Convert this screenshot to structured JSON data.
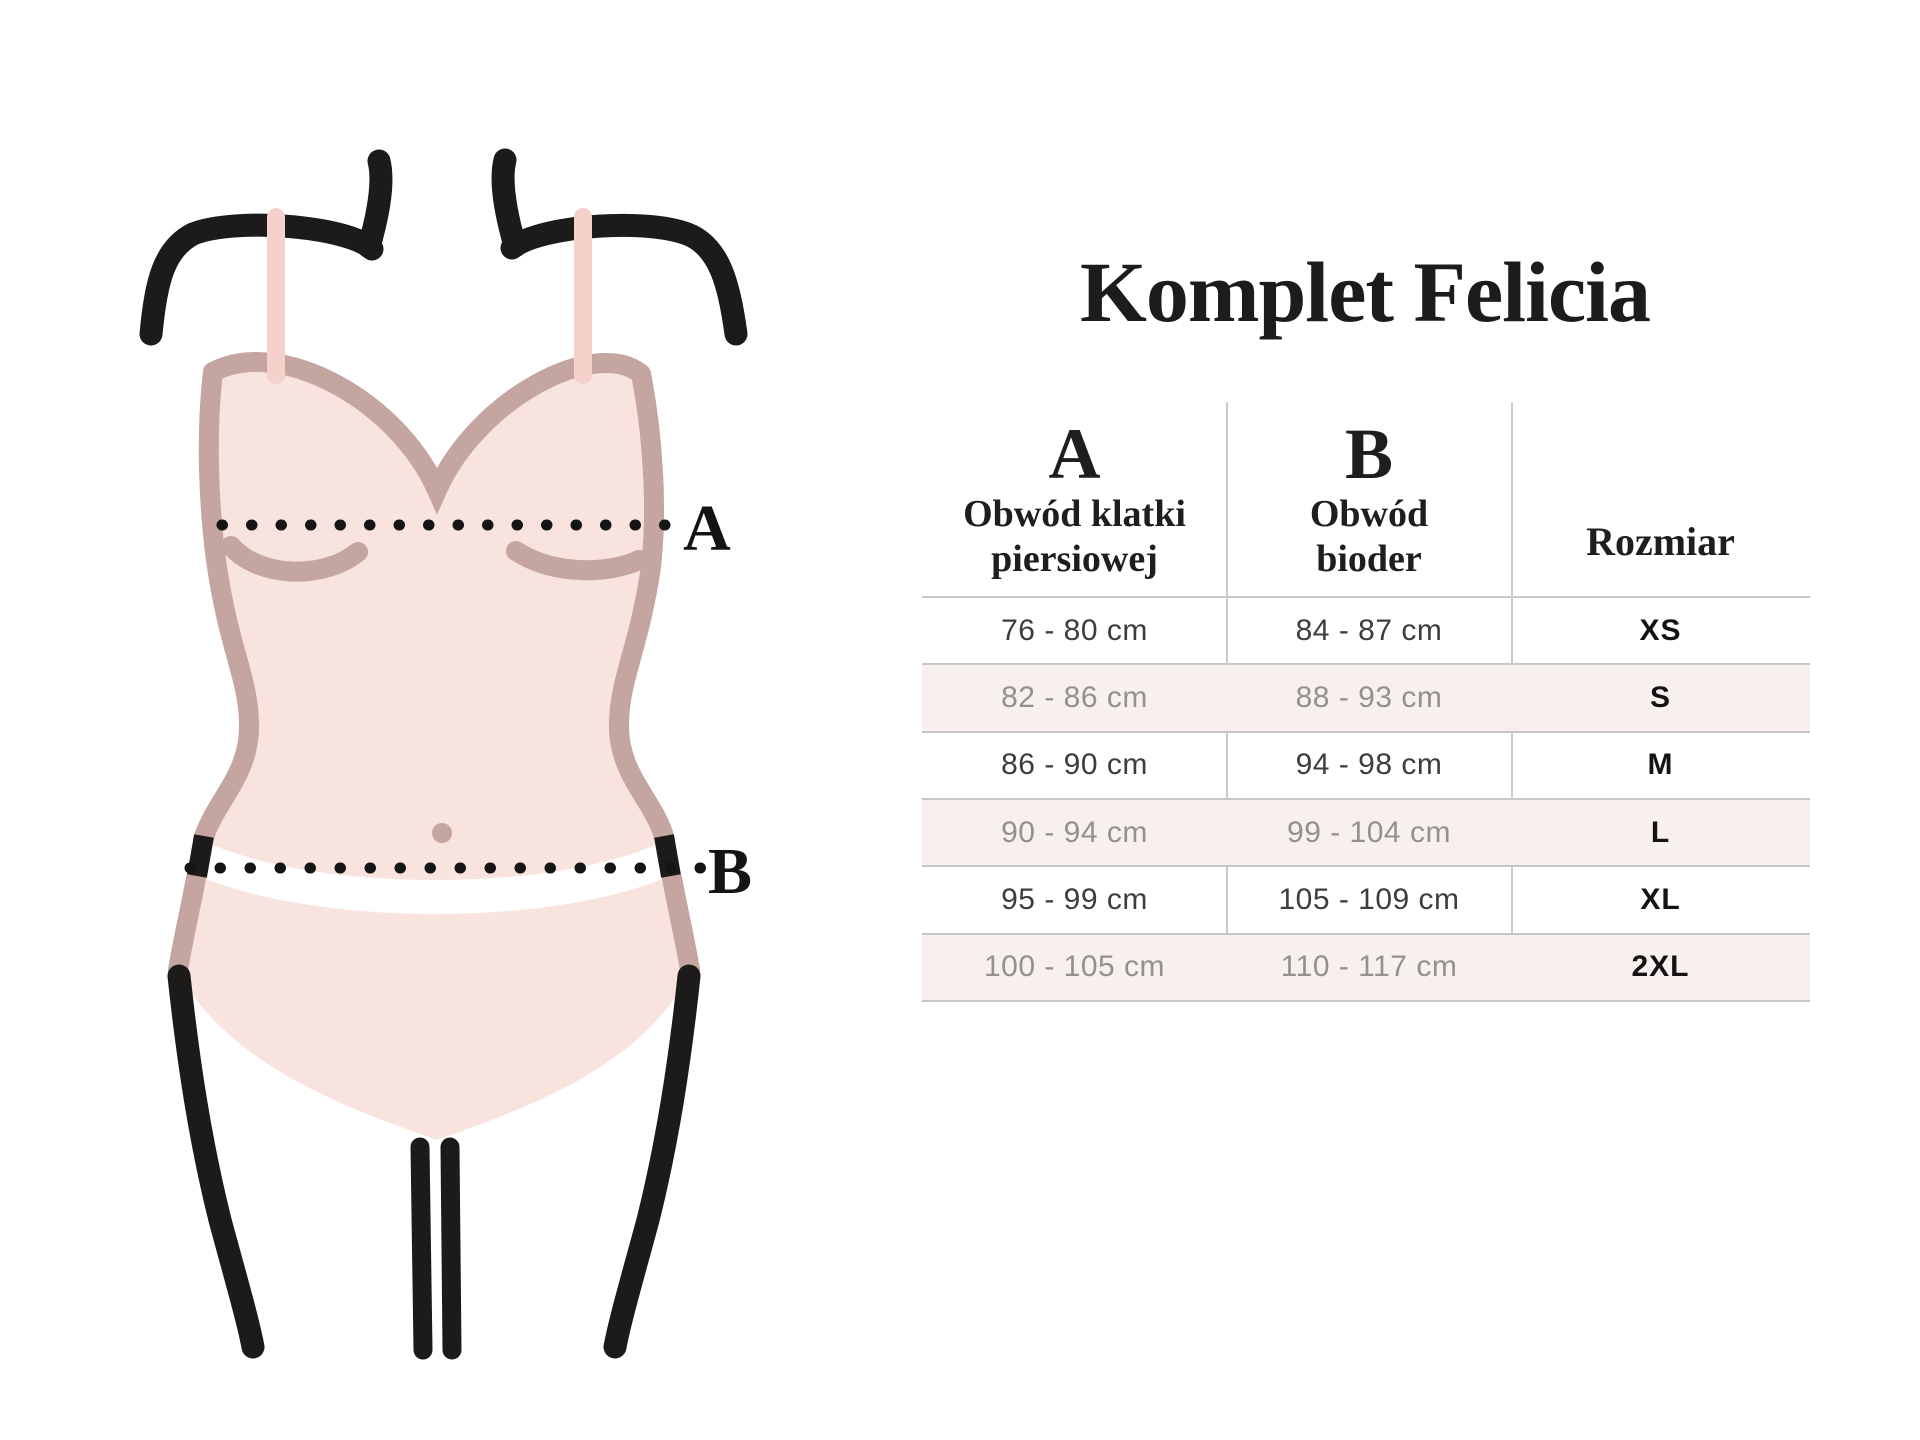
{
  "title": "Komplet Felicia",
  "figure": {
    "label_a": "A",
    "label_b": "B"
  },
  "table": {
    "columns": [
      {
        "letter": "A",
        "line1": "Obwód klatki",
        "line2": "piersiowej"
      },
      {
        "letter": "B",
        "line1": "Obwód",
        "line2": "bioder"
      },
      {
        "label": "Rozmiar"
      }
    ],
    "rows": [
      {
        "chest": "76 - 80 cm",
        "hips": "84 - 87 cm",
        "size": "XS"
      },
      {
        "chest": "82 - 86 cm",
        "hips": "88 - 93 cm",
        "size": "S"
      },
      {
        "chest": "86 - 90 cm",
        "hips": "94 - 98 cm",
        "size": "M"
      },
      {
        "chest": "90 - 94 cm",
        "hips": "99 - 104 cm",
        "size": "L"
      },
      {
        "chest": "95 - 99 cm",
        "hips": "105 - 109 cm",
        "size": "XL"
      },
      {
        "chest": "100 - 105 cm",
        "hips": "110 - 117 cm",
        "size": "2XL"
      }
    ]
  },
  "colors": {
    "body_pink": "#f8e3df",
    "strap_pink": "#f4d2cb",
    "outline_mauve": "#c5a5a0",
    "row_pink": "#f8f0ee",
    "line_gray": "#c6c6c6",
    "ink_black": "#1d1b19",
    "text_dark": "#3d3d3d",
    "text_light": "#949090"
  }
}
